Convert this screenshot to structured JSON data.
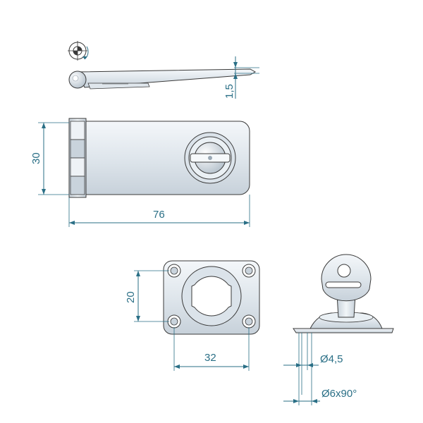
{
  "dimensions": {
    "thickness": "1,5",
    "height": "30",
    "length": "76",
    "plate_height": "20",
    "plate_width": "32",
    "hole_diameter": "Ø4,5",
    "countersink": "Ø6x90°"
  },
  "colors": {
    "dimension": "#2a6f86",
    "outline": "#3a3a3a",
    "metal": "#e4ebf1"
  }
}
